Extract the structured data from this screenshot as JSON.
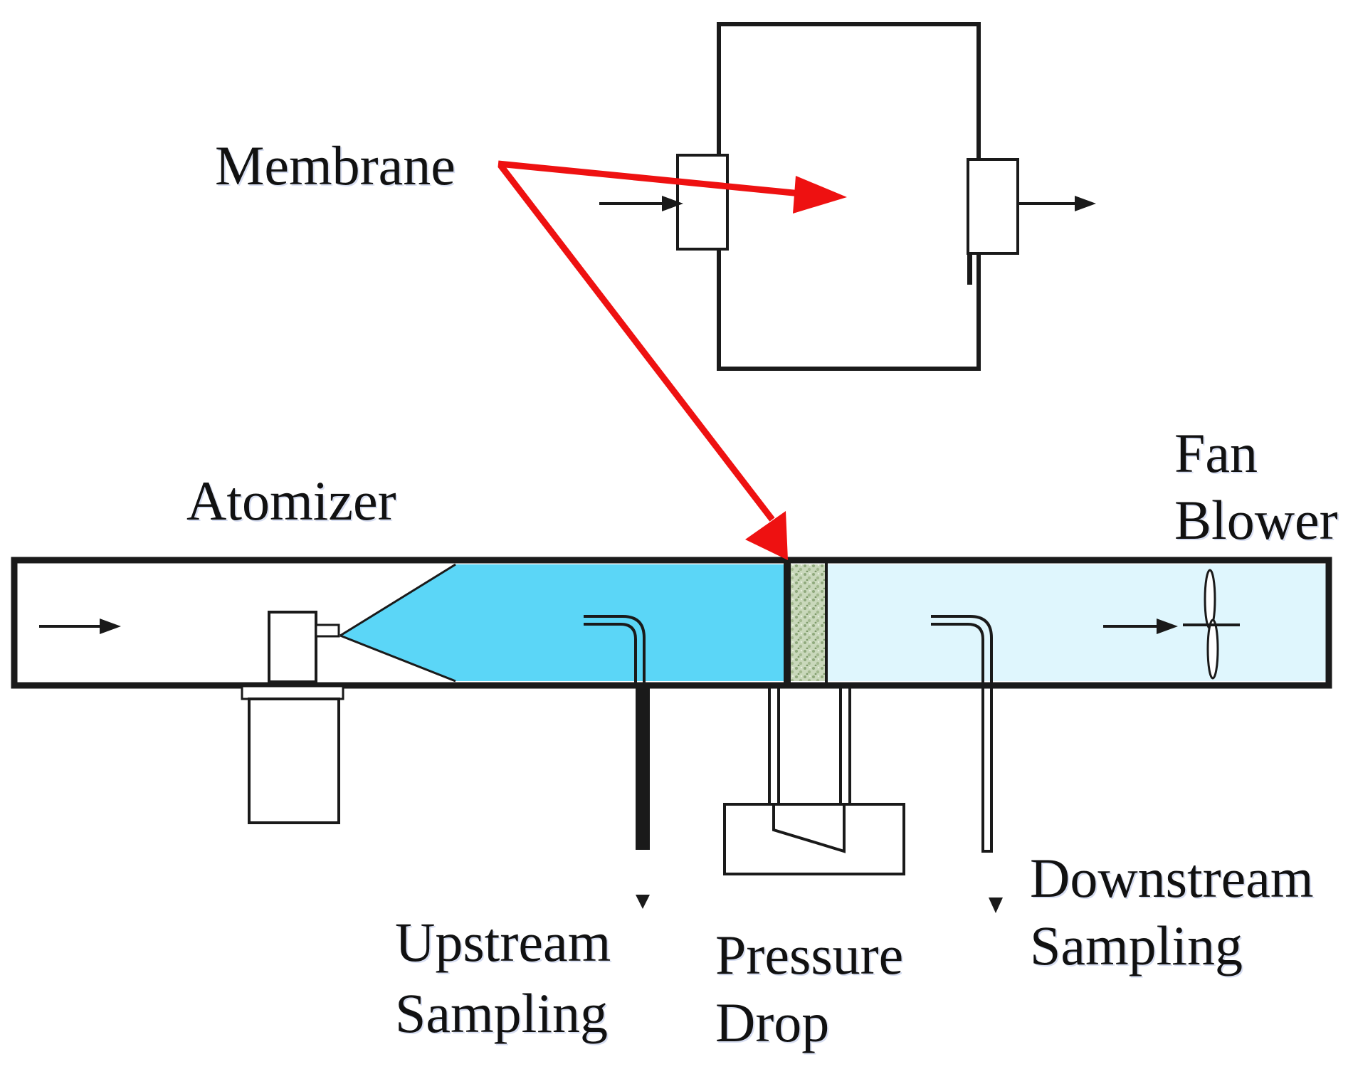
{
  "colors": {
    "line": "#1a1a1a",
    "upstream_fill": "#5bd6f7",
    "downstream_fill": "#dff6fd",
    "membrane_fill": "#b7c9a7",
    "pointer": "#ee1111",
    "background": "#ffffff"
  },
  "labels": {
    "membrane": "Membrane",
    "atomizer": "Atomizer",
    "fan_line1": "Fan",
    "fan_line2": "Blower",
    "upstream_line1": "Upstream",
    "upstream_line2": "Sampling",
    "pressure_line1": "Pressure",
    "pressure_line2": "Drop",
    "downstream_line1": "Downstream",
    "downstream_line2": "Sampling"
  }
}
